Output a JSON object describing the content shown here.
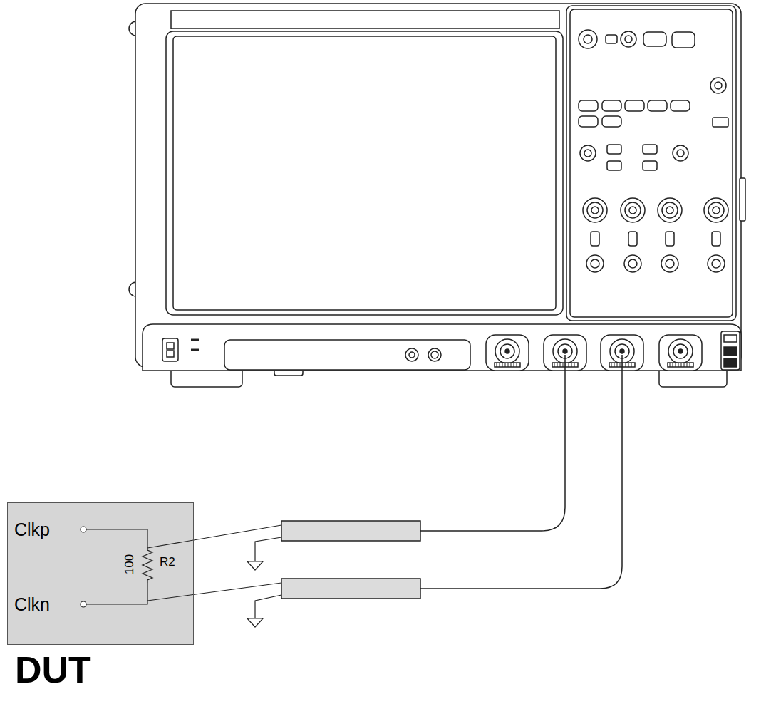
{
  "diagram": {
    "nodes": [
      {
        "text": [
          "DUT"
        ]
      }
    ],
    "labels": [
      "Clkp",
      "100",
      "R2",
      "Clkn"
    ]
  }
}
